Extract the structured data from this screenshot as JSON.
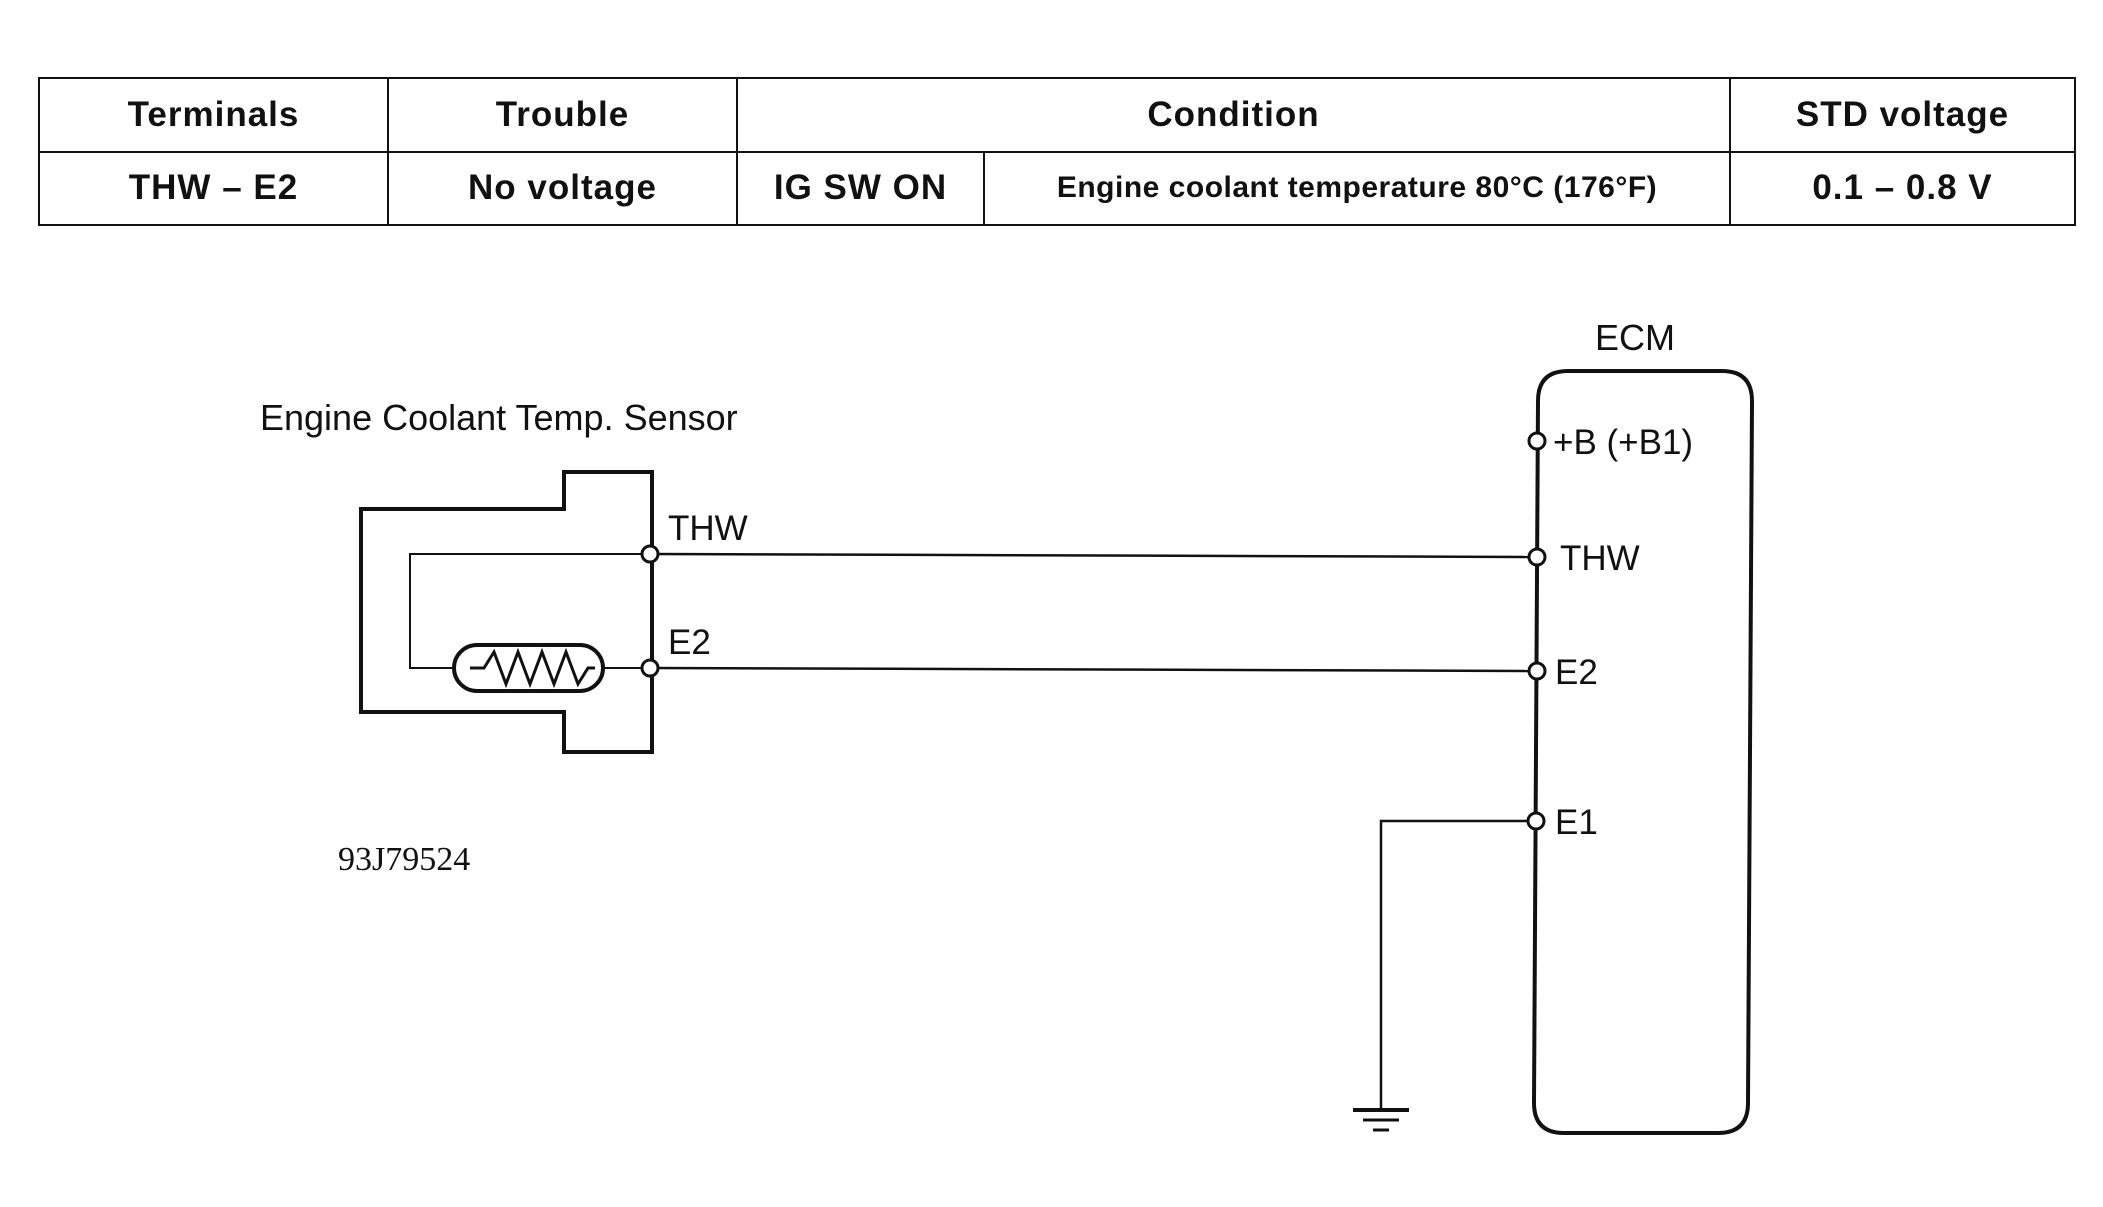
{
  "table": {
    "headers": {
      "terminals": "Terminals",
      "trouble": "Trouble",
      "condition": "Condition",
      "std_voltage": "STD voltage"
    },
    "row": {
      "terminals": "THW – E2",
      "trouble": "No voltage",
      "condition_switch": "IG SW ON",
      "condition_detail": "Engine coolant temperature 80°C (176°F)",
      "std_voltage": "0.1 – 0.8 V"
    }
  },
  "diagram": {
    "sensor_title": "Engine Coolant Temp. Sensor",
    "sensor_terminals": [
      "THW",
      "E2"
    ],
    "ecm_title": "ECM",
    "ecm_terminals": [
      "+B (+B1)",
      "THW",
      "E2",
      "E1"
    ],
    "figure_code": "93J79524"
  }
}
